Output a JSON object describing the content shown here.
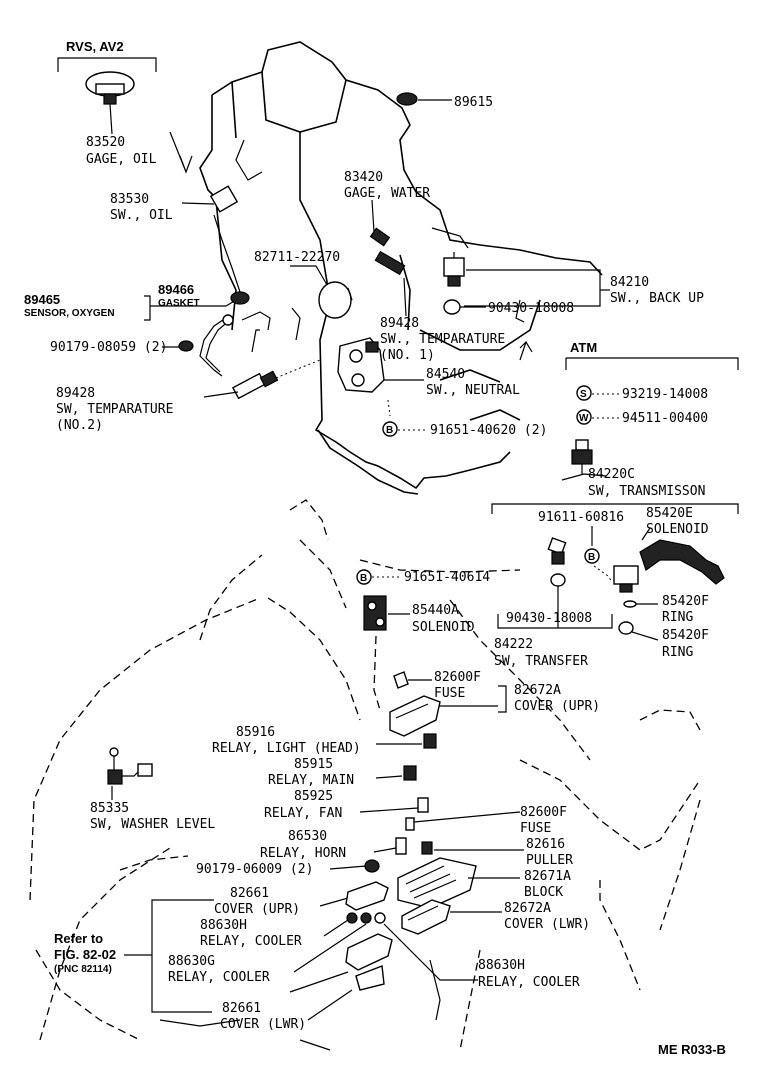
{
  "header": {
    "variant_label": "RVS, AV2",
    "atm_label": "ATM"
  },
  "footer": {
    "code": "ME R033-B"
  },
  "refer": {
    "line1": "Refer to",
    "line2": "FIG. 82-02",
    "line3": "(PNC 82114)"
  },
  "bolt_symbols": {
    "b": "B",
    "s": "S",
    "w": "W"
  },
  "parts": {
    "p83520": {
      "number": "83520",
      "name": "GAGE, OIL"
    },
    "p89615": {
      "number": "89615"
    },
    "p83530": {
      "number": "83530",
      "name": "SW., OIL"
    },
    "p83420": {
      "number": "83420",
      "name": "GAGE, WATER"
    },
    "p82711": {
      "number": "82711-22270"
    },
    "p84210": {
      "number": "84210",
      "name": "SW., BACK UP"
    },
    "p90430a": {
      "number": "90430-18008"
    },
    "p89465": {
      "number": "89465",
      "name": "SENSOR, OXYGEN"
    },
    "p89466": {
      "number": "89466",
      "name": "GASKET"
    },
    "p89428a": {
      "number": "89428",
      "name": "SW., TEMPARATURE",
      "note": "(NO. 1)"
    },
    "p90179a": {
      "number": "90179-08059 (2)"
    },
    "p84540": {
      "number": "84540",
      "name": "SW., NEUTRAL"
    },
    "p89428b": {
      "number": "89428",
      "name": "SW, TEMPARATURE",
      "note": "(NO.2)"
    },
    "p91651a": {
      "number": "91651-40620 (2)"
    },
    "p93219": {
      "number": "93219-14008"
    },
    "p94511": {
      "number": "94511-00400"
    },
    "p84220c": {
      "number": "84220C",
      "name": "SW, TRANSMISSON"
    },
    "p91611": {
      "number": "91611-60816"
    },
    "p85420e": {
      "number": "85420E",
      "name": "SOLENOID"
    },
    "p91651b": {
      "number": "91651-40614"
    },
    "p85440a": {
      "number": "85440A",
      "name": "SOLENOID"
    },
    "p90430b": {
      "number": "90430-18008"
    },
    "p85420f1": {
      "number": "85420F",
      "name": "RING"
    },
    "p84222": {
      "number": "84222",
      "name": "SW, TRANSFER"
    },
    "p85420f2": {
      "number": "85420F",
      "name": "RING"
    },
    "p82600f1": {
      "number": "82600F",
      "name": "FUSE"
    },
    "p82672a1": {
      "number": "82672A",
      "name": "COVER (UPR)"
    },
    "p85916": {
      "number": "85916",
      "name": "RELAY, LIGHT (HEAD)"
    },
    "p85915": {
      "number": "85915",
      "name": "RELAY, MAIN"
    },
    "p85925": {
      "number": "85925",
      "name": "RELAY, FAN"
    },
    "p85335": {
      "number": "85335",
      "name": "SW, WASHER LEVEL"
    },
    "p82600f2": {
      "number": "82600F",
      "name": "FUSE"
    },
    "p86530": {
      "number": "86530",
      "name": "RELAY, HORN"
    },
    "p82616": {
      "number": "82616",
      "name": "PULLER"
    },
    "p90179b": {
      "number": "90179-06009 (2)"
    },
    "p82671a": {
      "number": "82671A",
      "name": "BLOCK"
    },
    "p82661a": {
      "number": "82661",
      "name": "COVER (UPR)"
    },
    "p82672a2": {
      "number": "82672A",
      "name": "COVER (LWR)"
    },
    "p88630h1": {
      "number": "88630H",
      "name": "RELAY, COOLER"
    },
    "p88630g": {
      "number": "88630G",
      "name": "RELAY, COOLER"
    },
    "p88630h2": {
      "number": "88630H",
      "name": "RELAY, COOLER"
    },
    "p82661b": {
      "number": "82661",
      "name": "COVER (LWR)"
    }
  }
}
